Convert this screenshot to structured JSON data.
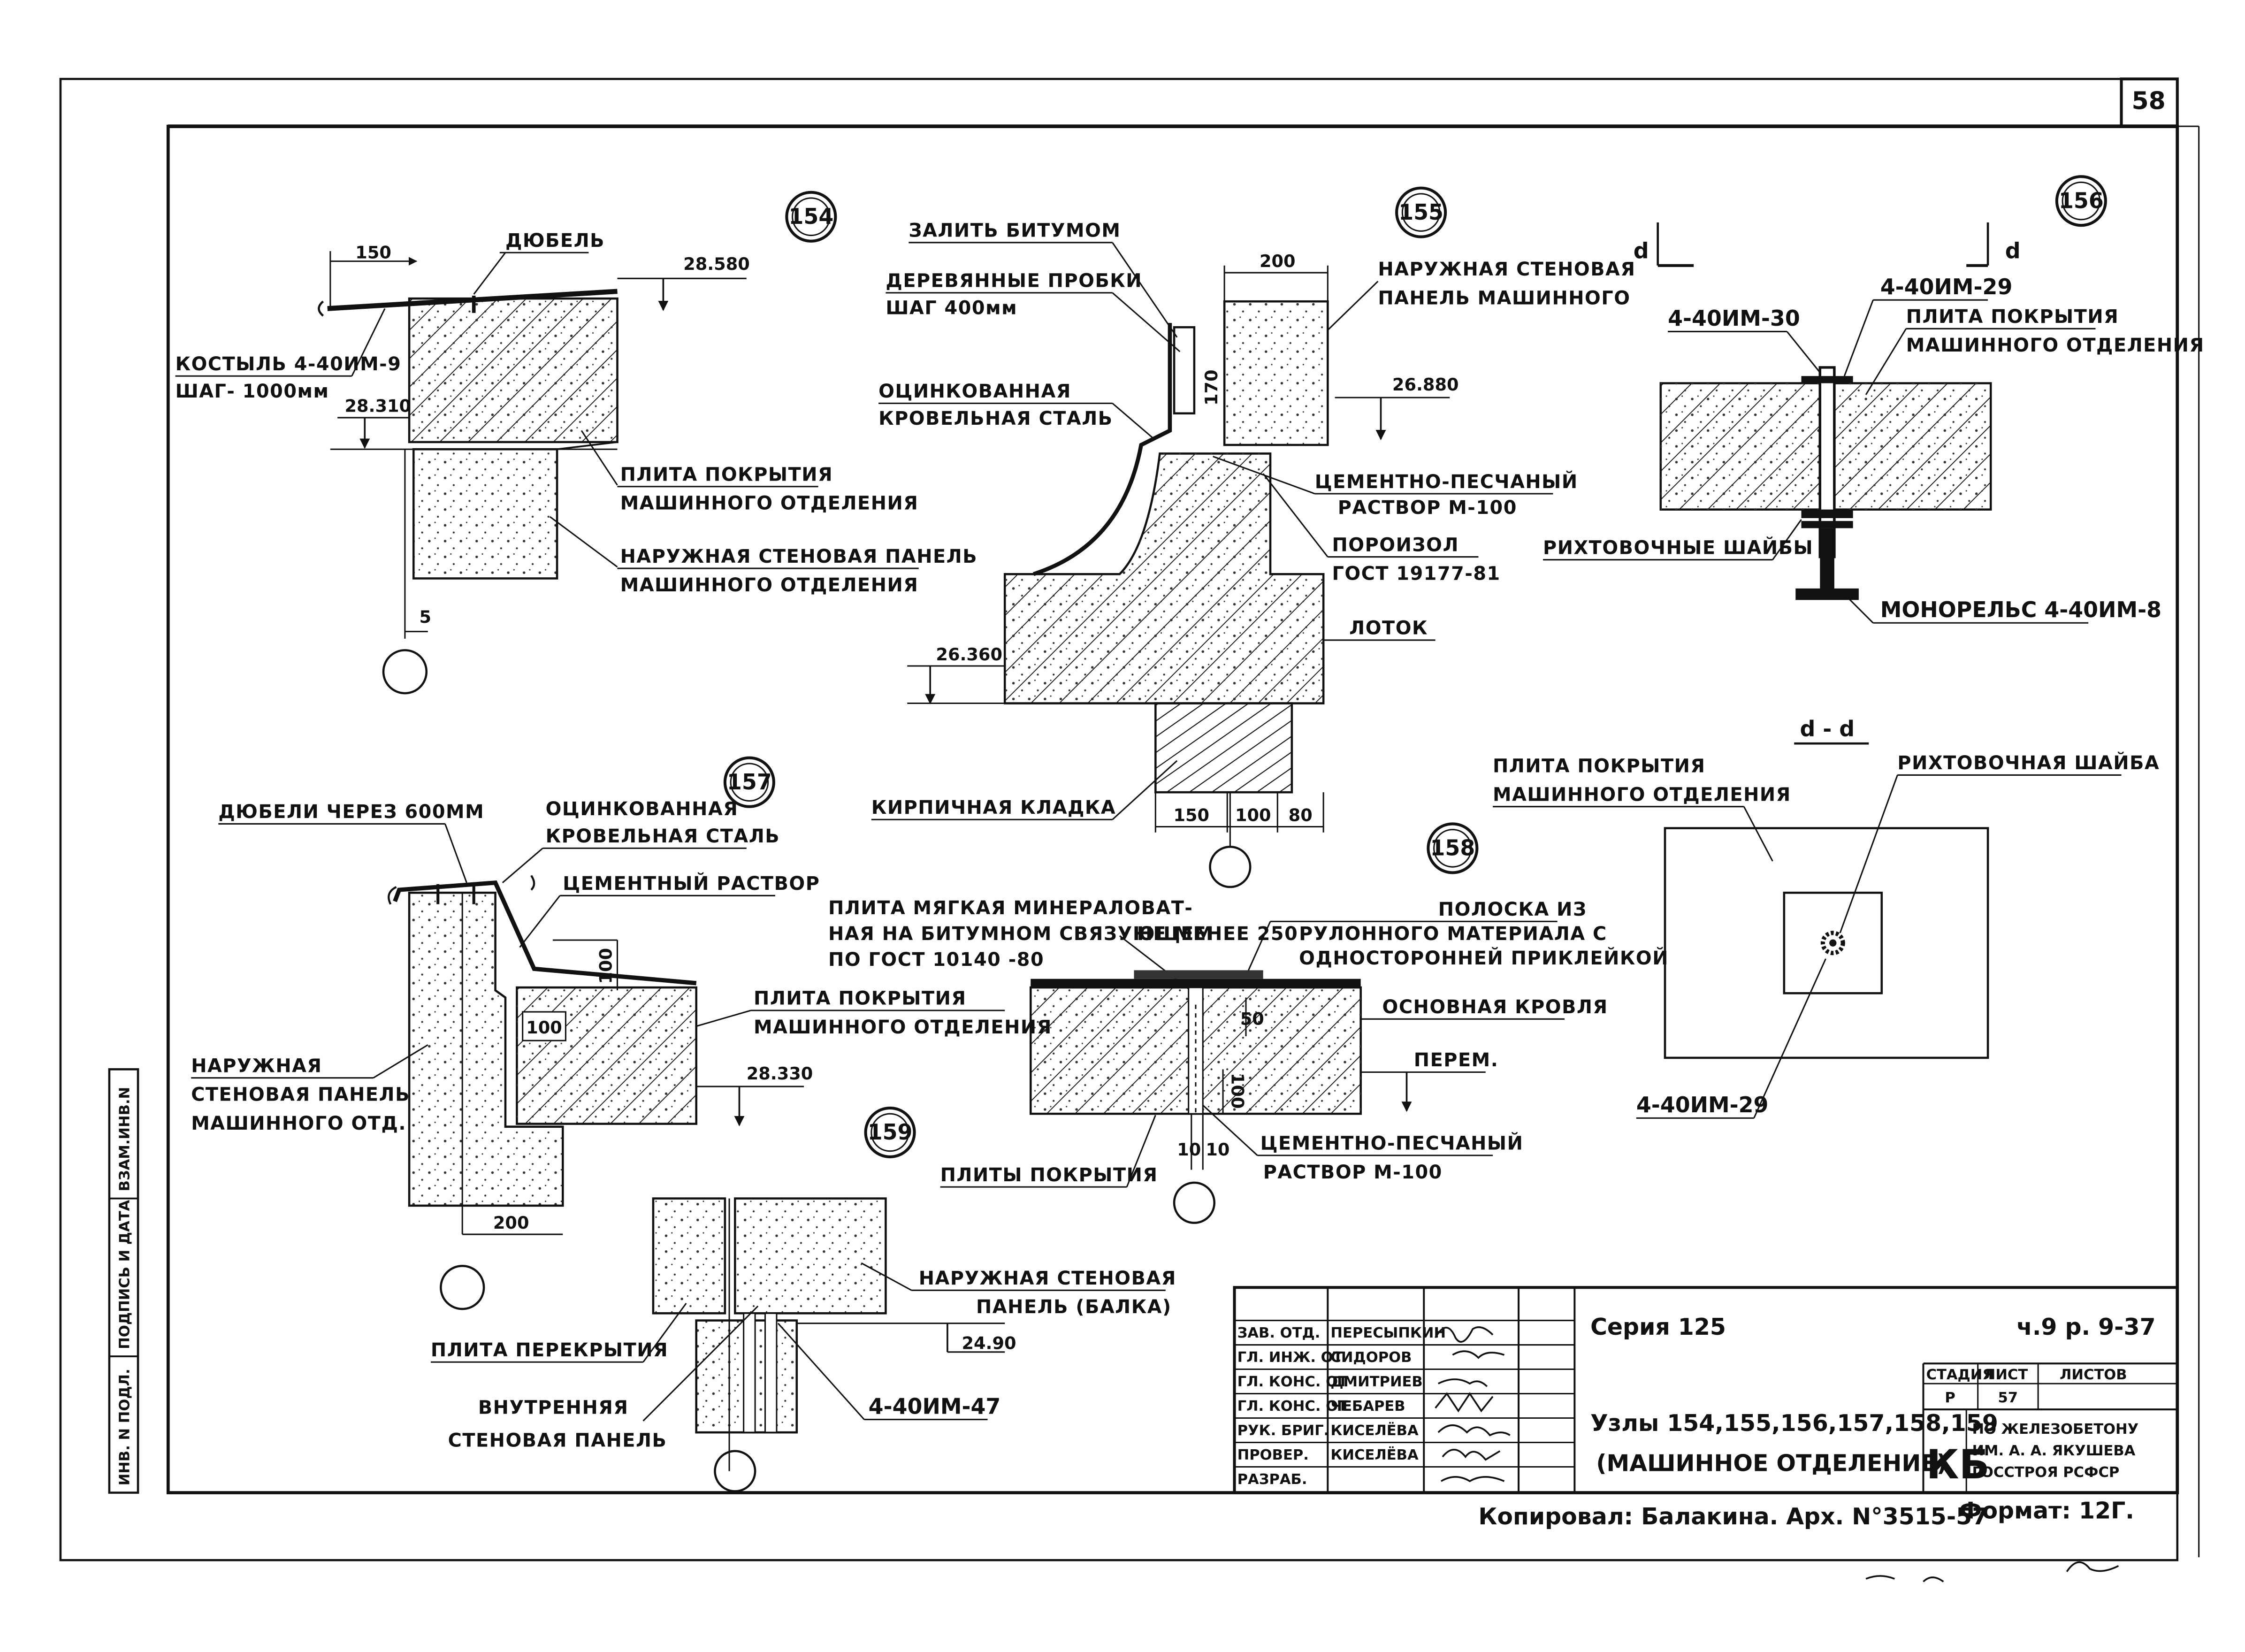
{
  "sheet": {
    "number": "58"
  },
  "node154": {
    "id": "154",
    "dowel": "ДЮБЕЛЬ",
    "dim_150": "150",
    "elev_top": "28.580",
    "bracket_1": "КОСТЫЛЬ 4-40ИМ-9",
    "bracket_2": "ШАГ- 1000мм",
    "elev_low": "28.310",
    "slab_1": "ПЛИТА ПОКРЫТИЯ",
    "slab_2": "МАШИННОГО ОТДЕЛЕНИЯ",
    "panel_1": "НАРУЖНАЯ СТЕНОВАЯ ПАНЕЛЬ",
    "panel_2": "МАШИННОГО ОТДЕЛЕНИЯ",
    "dim_5": "5"
  },
  "node155": {
    "id": "155",
    "bitumen": "ЗАЛИТЬ БИТУМОМ",
    "plugs_1": "ДЕРЕВЯННЫЕ ПРОБКИ",
    "plugs_2": "ШАГ 400мм",
    "steel_1": "ОЦИНКОВАННАЯ",
    "steel_2": "КРОВЕЛЬНАЯ СТАЛЬ",
    "dim_200": "200",
    "panel_1": "НАРУЖНАЯ СТЕНОВАЯ",
    "panel_2": "ПАНЕЛЬ МАШИННОГО",
    "dim_170": "170",
    "elev_top": "26.880",
    "mortar_1": "ЦЕМЕНТНО-ПЕСЧАНЫЙ",
    "mortar_2": "РАСТВОР М-100",
    "seal_1": "ПОРОИЗОЛ",
    "seal_2": "ГОСТ 19177-81",
    "tray": "ЛОТОК",
    "elev_low": "26.360",
    "brick": "КИРПИЧНАЯ КЛАДКА",
    "dim_150": "150",
    "dim_100": "100",
    "dim_80": "80"
  },
  "node156": {
    "id": "156",
    "sect_left": "d",
    "sect_right": "d",
    "bolt_right": "4-40ИМ-29",
    "bolt_left": "4-40ИМ-30",
    "slab_1": "ПЛИТА ПОКРЫТИЯ",
    "slab_2": "МАШИННОГО ОТДЕЛЕНИЯ",
    "washers": "РИХТОВОЧНЫЕ ШАЙБЫ",
    "rail": "МОНОРЕЛЬС 4-40ИМ-8"
  },
  "sectionDD": {
    "title": "d - d",
    "slab_1": "ПЛИТА ПОКРЫТИЯ",
    "slab_2": "МАШИННОГО ОТДЕЛЕНИЯ",
    "washer": "РИХТОВОЧНАЯ ШАЙБА",
    "bolt": "4-40ИМ-29"
  },
  "node157": {
    "id": "157",
    "dowels": "ДЮБЕЛИ ЧЕРЕЗ 600ММ",
    "steel_1": "ОЦИНКОВАННАЯ",
    "steel_2": "КРОВЕЛЬНАЯ СТАЛЬ",
    "mortar": "ЦЕМЕНТНЫЙ РАСТВОР",
    "dim_100a": "100",
    "dim_100b": "100",
    "slab_1": "ПЛИТА ПОКРЫТИЯ",
    "slab_2": "МАШИННОГО ОТДЕЛЕНИЯ",
    "panel_1": "НАРУЖНАЯ",
    "panel_2": "СТЕНОВАЯ ПАНЕЛЬ",
    "panel_3": "МАШИННОГО ОТД.",
    "elev": "28.330",
    "dim_200": "200"
  },
  "node158": {
    "id": "158",
    "wool_1": "ПЛИТА МЯГКАЯ МИНЕРАЛОВАТ-",
    "wool_2": "НАЯ НА БИТУМНОМ СВЯЗУЮЩЕМ",
    "wool_3": "ПО ГОСТ 10140 -80",
    "min": "НЕ МЕНЕЕ 250",
    "strip_1": "ПОЛОСКА ИЗ",
    "strip_2": "РУЛОННОГО МАТЕРИАЛА С",
    "strip_3": "ОДНОСТОРОННЕЙ ПРИКЛЕЙКОЙ",
    "roof": "ОСНОВНАЯ КРОВЛЯ",
    "dim_50": "50",
    "var": "ПЕРЕМ.",
    "dim_100": "100",
    "slabs": "ПЛИТЫ ПОКРЫТИЯ",
    "dim_10a": "10",
    "dim_10b": "10",
    "mortar_1": "ЦЕМЕНТНО-ПЕСЧАНЫЙ",
    "mortar_2": "РАСТВОР М-100"
  },
  "node159": {
    "id": "159",
    "panel_1": "НАРУЖНАЯ СТЕНОВАЯ",
    "panel_2": "ПАНЕЛЬ (БАЛКА)",
    "floor": "ПЛИТА ПЕРЕКРЫТИЯ",
    "elev": "24.90",
    "inner_1": "ВНУТРЕННЯЯ",
    "inner_2": "СТЕНОВАЯ ПАНЕЛЬ",
    "part": "4-40ИМ-47"
  },
  "margin": {
    "label_1": "ИНВ. N ПОДЛ.",
    "label_2": "ПОДПИСЬ И ДАТА",
    "label_3": "ВЗАМ.ИНВ.N"
  },
  "titleblock": {
    "roles": [
      "ЗАВ. ОТД.",
      "ГЛ. ИНЖ. ОТ",
      "ГЛ. КОНС. ОТ",
      "ГЛ. КОНС. ОТ",
      "РУК. БРИГ.",
      "ПРОВЕР.",
      "РАЗРАБ."
    ],
    "names": [
      "ПЕРЕСЫПКИН",
      "СИДОРОВ",
      "ДМИТРИЕВ",
      "ЧЕБАРЕВ",
      "КИСЕЛЁВА",
      "КИСЕЛЁВА",
      ""
    ],
    "series": "Серия 125",
    "code": "ч.9 р. 9-37",
    "col_stage": "СТАДИЯ",
    "col_sheet": "ЛИСТ",
    "col_sheets": "ЛИСТОВ",
    "stage": "Р",
    "sheet": "57",
    "title_1": "Узлы 154,155,156,157,158,159",
    "title_2": "(МАШИННОЕ ОТДЕЛЕНИЕ)",
    "org_abbr": "КБ",
    "org_1": "ПО ЖЕЛЕЗОБЕТОНУ",
    "org_2": "ИМ. А. А. ЯКУШЕВА",
    "org_3": "ГОССТРОЯ РСФСР",
    "copied": "Копировал: Балакина. Арх. N°3515-57",
    "format": "Формат: 12Г."
  }
}
